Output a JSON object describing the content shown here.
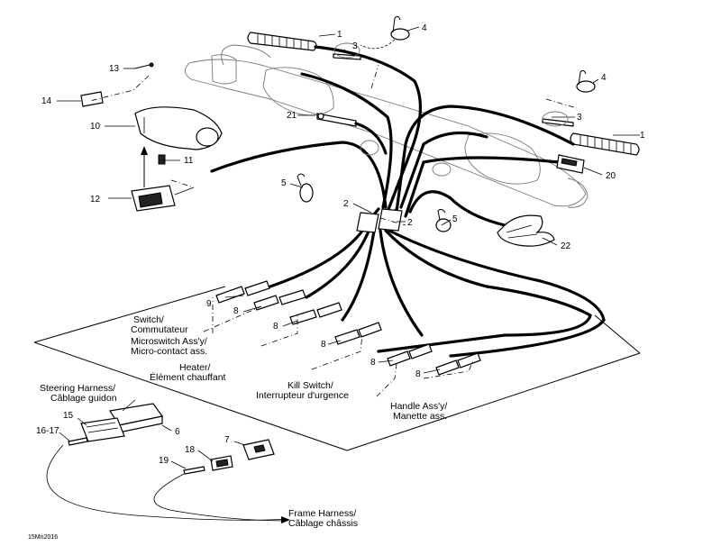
{
  "part_numbers": {
    "p1a": "1",
    "p1b": "1",
    "p2a": "2",
    "p2b": "2",
    "p3a": "3",
    "p3b": "3",
    "p4a": "4",
    "p4b": "4",
    "p5a": "5",
    "p5b": "5",
    "p6": "6",
    "p7": "7",
    "p8a": "8",
    "p8b": "8",
    "p8c": "8",
    "p8d": "8",
    "p8e": "8",
    "p9": "9",
    "p10": "10",
    "p11": "11",
    "p12": "12",
    "p13": "13",
    "p14": "14",
    "p15": "15",
    "p16_17": "16-17",
    "p18": "18",
    "p19": "19",
    "p20": "20",
    "p21": "21",
    "p22": "22"
  },
  "labels": {
    "switch_en": "Switch/",
    "switch_fr": "Commutateur",
    "microswitch_en": "Microswitch Ass'y/",
    "microswitch_fr": "Micro-contact ass.",
    "heater_en": "Heater/",
    "heater_fr": "Élément chauffant",
    "kill_en": "Kill Switch/",
    "kill_fr": "Interrupteur d'urgence",
    "handle_en": "Handle Ass'y/",
    "handle_fr": "Manette ass.",
    "steering_en": "Steering Harness/",
    "steering_fr": "Câblage guidon",
    "frame_en": "Frame Harness/",
    "frame_fr": "Câblage châssis"
  },
  "footer": {
    "code": "15Mn2016"
  }
}
